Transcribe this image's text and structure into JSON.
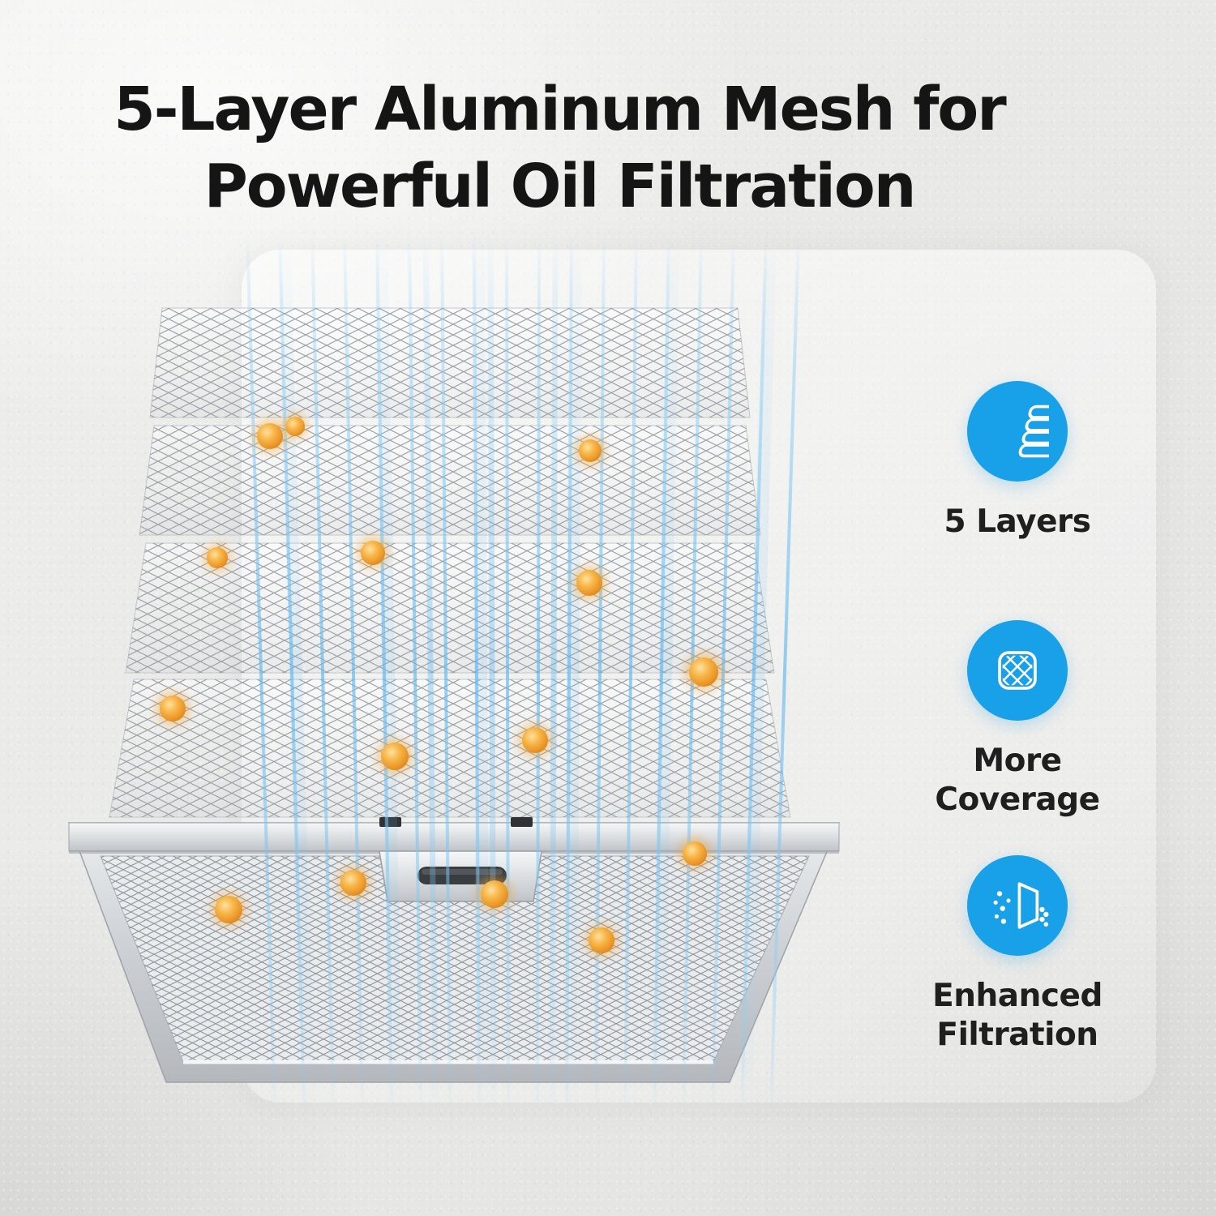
{
  "title": {
    "line1": "5-Layer Aluminum Mesh for",
    "line2": "Powerful Oil Filtration"
  },
  "features": [
    {
      "icon": "layers-stack-icon",
      "label": "5 Layers"
    },
    {
      "icon": "mesh-coverage-icon",
      "label": "More Coverage"
    },
    {
      "icon": "enhanced-filtration-icon",
      "label": "Enhanced Filtration"
    }
  ],
  "illustration": {
    "description": "Exploded view of five aluminum mesh filter layers with blue airflow streaks and orange oil droplets",
    "layer_count": 5
  },
  "colors": {
    "accent_blue": "#18A0E8",
    "airflow_blue": "#7CC8F4",
    "droplet_orange": "#F0A63A",
    "title_color": "#151515",
    "label_color": "#1F1F1F",
    "background": "#E8E8E6"
  }
}
